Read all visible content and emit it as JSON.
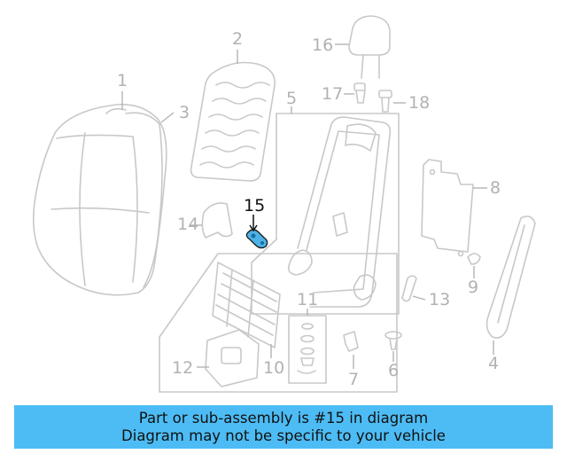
{
  "diagram": {
    "callouts": [
      {
        "id": "1",
        "label": "1"
      },
      {
        "id": "2",
        "label": "2"
      },
      {
        "id": "3",
        "label": "3"
      },
      {
        "id": "4",
        "label": "4"
      },
      {
        "id": "5",
        "label": "5"
      },
      {
        "id": "6",
        "label": "6"
      },
      {
        "id": "7",
        "label": "7"
      },
      {
        "id": "8",
        "label": "8"
      },
      {
        "id": "9",
        "label": "9"
      },
      {
        "id": "10",
        "label": "10"
      },
      {
        "id": "11",
        "label": "11"
      },
      {
        "id": "12",
        "label": "12"
      },
      {
        "id": "13",
        "label": "13"
      },
      {
        "id": "14",
        "label": "14"
      },
      {
        "id": "15",
        "label": "15"
      },
      {
        "id": "16",
        "label": "16"
      },
      {
        "id": "17",
        "label": "17"
      },
      {
        "id": "18",
        "label": "18"
      }
    ],
    "highlighted_part": "15",
    "highlight_color": "#4db3e6",
    "callout_color": "#b2b2b2",
    "outline_color": "#c8c8c8"
  },
  "banner": {
    "line1": "Part or sub-assembly is #15 in diagram",
    "line2": "Diagram may not be specific to your vehicle",
    "background": "#4dbcf5"
  }
}
